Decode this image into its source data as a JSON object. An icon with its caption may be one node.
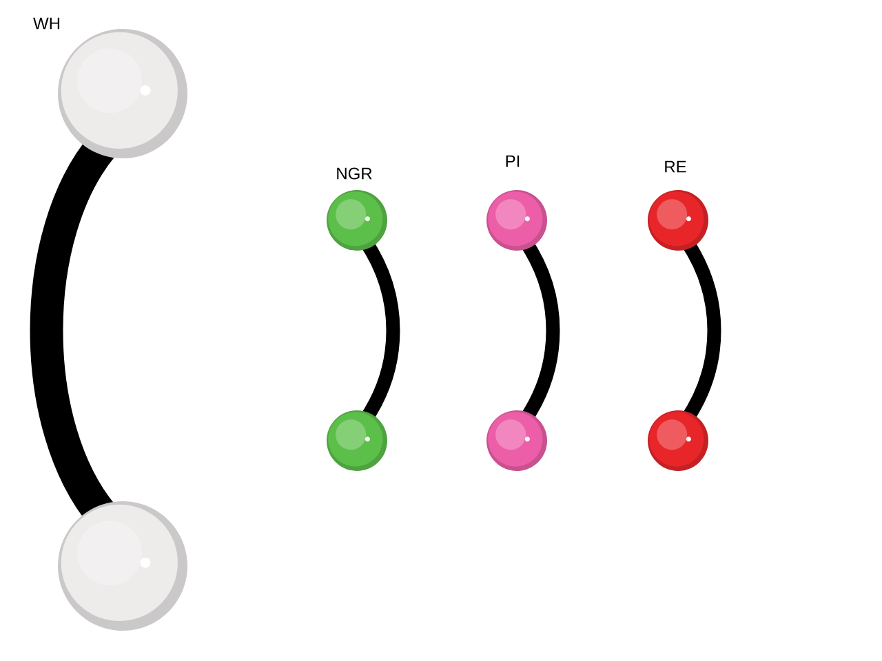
{
  "diagram": {
    "labels": [
      "WH",
      "NGR",
      "PI",
      "RE"
    ]
  }
}
